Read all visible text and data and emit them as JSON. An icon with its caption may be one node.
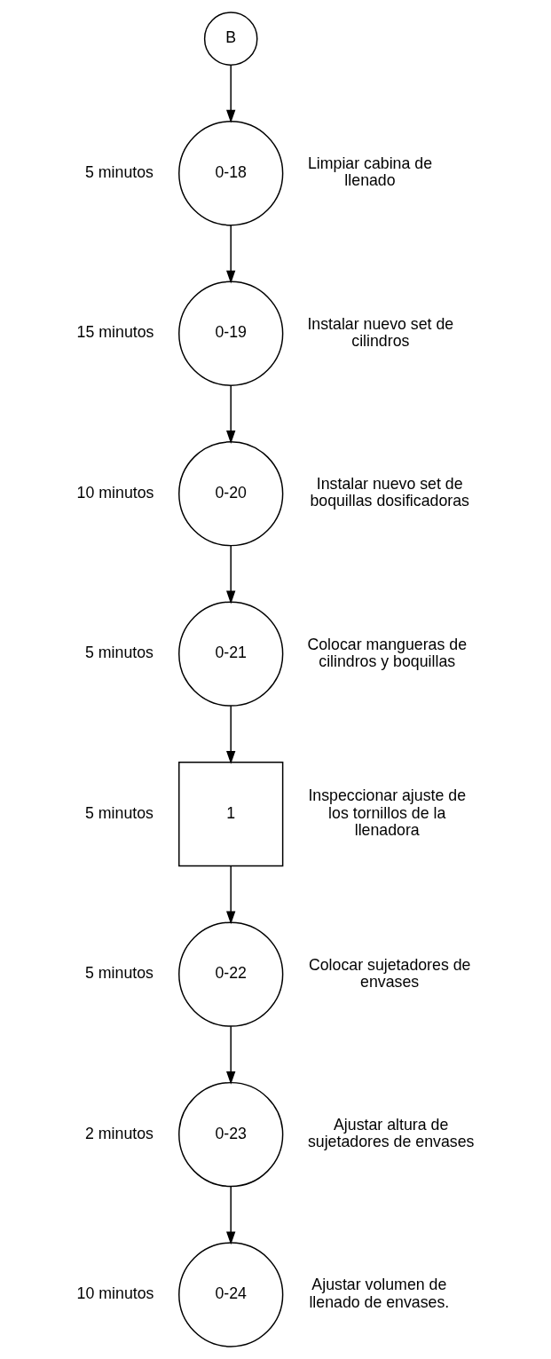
{
  "diagram": {
    "nodes": [
      {
        "text": [
          "B"
        ]
      },
      {
        "text": [
          "0-18"
        ],
        "beside": [
          "5 minutos",
          "Limpiar cabina de llenado"
        ]
      },
      {
        "text": [
          "0-19"
        ],
        "beside": [
          "15 minutos",
          "Instalar nuevo set de cilindros"
        ]
      },
      {
        "text": [
          "0-20"
        ],
        "beside": [
          "10 minutos",
          "Instalar nuevo set de boquillas dosificadoras"
        ]
      },
      {
        "text": [
          "0-21"
        ],
        "beside": [
          "5 minutos",
          "Colocar mangueras de cilindros y boquillas"
        ]
      },
      {
        "text": [
          "1"
        ],
        "beside": [
          "5 minutos",
          "Inspeccionar ajuste de los tornillos de la llenadora"
        ]
      },
      {
        "text": [
          "0-22"
        ],
        "beside": [
          "5 minutos",
          "Colocar sujetadores de envases"
        ]
      },
      {
        "text": [
          "0-23"
        ],
        "beside": [
          "2 minutos",
          "Ajustar altura de sujetadores de envases"
        ]
      },
      {
        "text": [
          "0-24"
        ],
        "beside": [
          "10 minutos",
          "Ajustar volumen de llenado de envases."
        ]
      }
    ],
    "edges": [
      {
        "from": 0,
        "to": 1,
        "arrow": "to"
      },
      {
        "from": 1,
        "to": 2,
        "arrow": "to"
      },
      {
        "from": 2,
        "to": 3,
        "arrow": "to"
      },
      {
        "from": 3,
        "to": 4,
        "arrow": "to"
      },
      {
        "from": 4,
        "to": 5,
        "arrow": "to"
      },
      {
        "from": 5,
        "to": 6,
        "arrow": "to"
      },
      {
        "from": 6,
        "to": 7,
        "arrow": "to"
      },
      {
        "from": 7,
        "to": 8,
        "arrow": "to"
      }
    ]
  }
}
